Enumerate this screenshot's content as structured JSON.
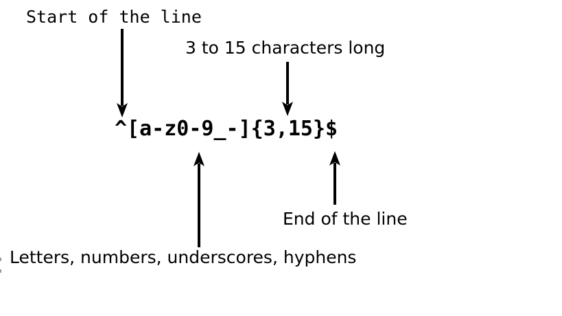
{
  "canvas": {
    "background": "#ffffff",
    "ink": "#000000",
    "edge_mark_color": "#9a9a9a"
  },
  "regex": {
    "pattern": "^[a-z0-9_-]{3,15}$"
  },
  "annotations": {
    "start_of_line": {
      "label": "Start of the line"
    },
    "length": {
      "label": "3 to 15 characters long"
    },
    "end_of_line": {
      "label": "End of the line"
    },
    "charset": {
      "label": "Letters, numbers, underscores, hyphens"
    }
  },
  "icons": {
    "arrow_start_of_line": "down-arrow pointing at ^",
    "arrow_length": "down-arrow pointing at {3,15}",
    "arrow_charset": "up-arrow pointing at [a-z0-9_-]",
    "arrow_end_of_line": "up-arrow pointing at $"
  }
}
